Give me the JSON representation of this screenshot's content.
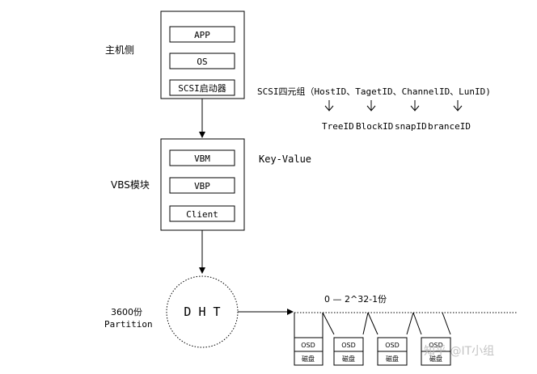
{
  "host": {
    "side_label": "主机侧",
    "items": [
      "APP",
      "OS",
      "SCSI启动器"
    ]
  },
  "vbs": {
    "side_label": "VBS模块",
    "items": [
      "VBM",
      "VBP",
      "Client"
    ]
  },
  "scsi_tuple": {
    "label": "SCSI四元组（HostID、TagetID、ChannelID、LunID)",
    "targets": [
      "TreeID",
      "BlockID",
      "snapID",
      "branceID"
    ]
  },
  "key_value_label": "Key-Value",
  "dht": {
    "label": "D H T",
    "partition_count": "3600份",
    "partition_label": "Partition",
    "range_label": "0 — 2^32-1份"
  },
  "storage": {
    "osd_label": "OSD",
    "disk_label": "磁盘",
    "count": 4
  },
  "watermark": "知乎 @IT小组"
}
